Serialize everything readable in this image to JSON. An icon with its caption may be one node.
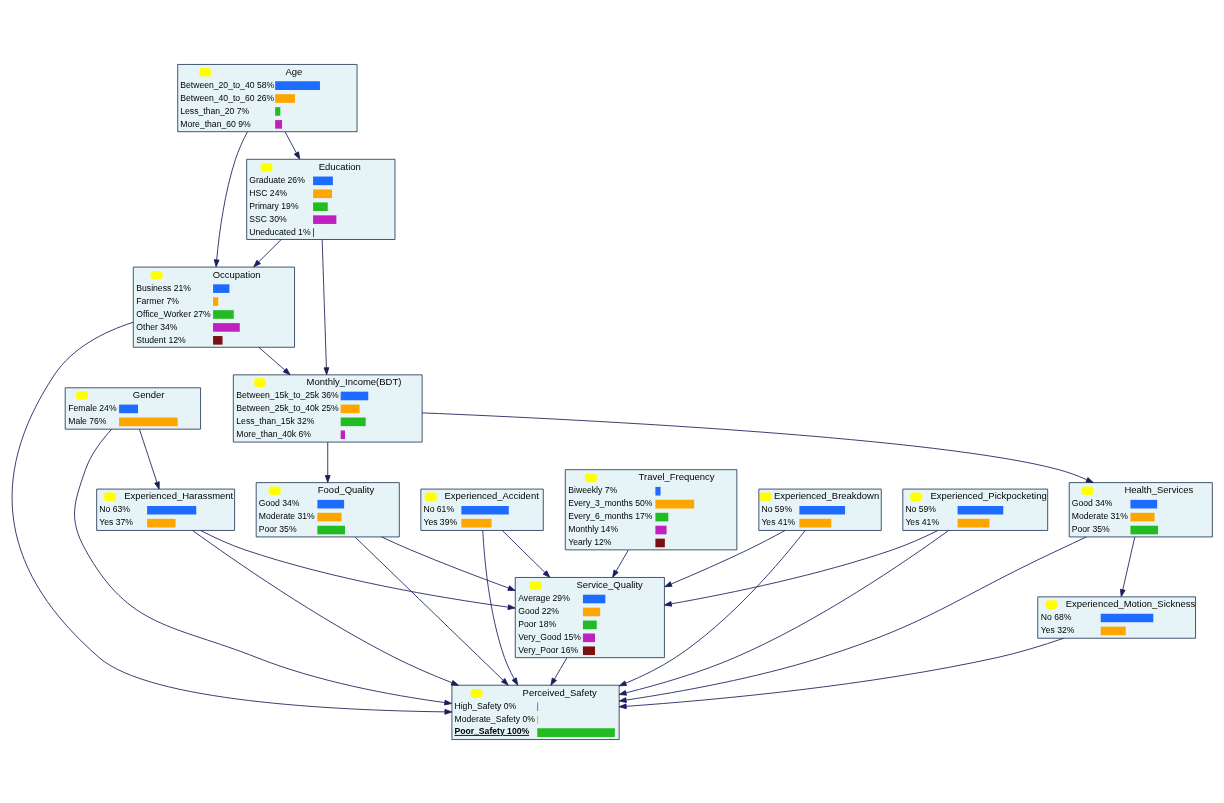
{
  "diagram": {
    "nodes": [
      {
        "text": [
          "Age",
          "Between_20_to_40 58%",
          "Between_40_to_60 26%",
          "Less_than_20 7%",
          "More_than_60 9%"
        ]
      },
      {
        "text": [
          "Gender",
          "Female 24%",
          "Male 76%"
        ]
      },
      {
        "text": [
          "Experienced_Harassment",
          "No 63%",
          "Yes 37%"
        ]
      },
      {
        "text": [
          "Education",
          "Graduate 26%",
          "HSC 24%",
          "Primary 19%",
          "SSC 30%",
          "Uneducated 1%"
        ]
      },
      {
        "text": [
          "Occupation",
          "Business 21%",
          "Farmer 7%",
          "Office_Worker 27%",
          "Other 34%",
          "Student 12%"
        ]
      },
      {
        "text": [
          "Experienced_Accident",
          "No 61%",
          "Yes 39%"
        ]
      },
      {
        "text": [
          "Monthly_Income(BDT)",
          "Between_15k_to_25k 36%",
          "Between_25k_to_40k 25%",
          "Less_than_15k 32%",
          "More_than_40k 6%"
        ]
      },
      {
        "text": [
          "Health_Services",
          "Good 34%",
          "Moderate 31%",
          "Poor 35%"
        ]
      },
      {
        "text": [
          "Perceived_Safety",
          "High_Safety 0%",
          "Moderate_Safety 0%",
          "Poor_Safety 100%"
        ]
      },
      {
        "text": [
          "Experienced_Breakdown",
          "No 59%",
          "Yes 41%"
        ]
      },
      {
        "text": [
          "Service_Quality",
          "Average 29%",
          "Good 22%",
          "Poor 18%",
          "Very_Good 15%",
          "Very_Poor 16%"
        ]
      },
      {
        "text": [
          "Experienced_Motion_Sickness",
          "No 68%",
          "Yes 32%"
        ]
      },
      {
        "text": [
          "Experienced_Pickpocketing",
          "No 59%",
          "Yes 41%"
        ]
      },
      {
        "text": [
          "Travel_Frequency",
          "Biweekly 7%",
          "Every_3_months 50%",
          "Every_6_months 17%",
          "Monthly 14%",
          "Yearly 12%"
        ]
      },
      {
        "text": [
          "Food_Quality",
          "Good 34%",
          "Moderate 31%",
          "Poor 35%"
        ]
      }
    ],
    "edges": [
      {
        "from": 0,
        "to": 3,
        "arrow": "to"
      },
      {
        "from": 0,
        "to": 4,
        "arrow": "to"
      },
      {
        "from": 3,
        "to": 4,
        "arrow": "to"
      },
      {
        "from": 3,
        "to": 6,
        "arrow": "to"
      },
      {
        "from": 4,
        "to": 6,
        "arrow": "to"
      },
      {
        "from": 4,
        "to": 8,
        "arrow": "to"
      },
      {
        "from": 1,
        "to": 2,
        "arrow": "to"
      },
      {
        "from": 1,
        "to": 8,
        "arrow": "to"
      },
      {
        "from": 2,
        "to": 8,
        "arrow": "to"
      },
      {
        "from": 2,
        "to": 10,
        "arrow": "to"
      },
      {
        "from": 5,
        "to": 8,
        "arrow": "to"
      },
      {
        "from": 5,
        "to": 10,
        "arrow": "to"
      },
      {
        "from": 9,
        "to": 8,
        "arrow": "to"
      },
      {
        "from": 9,
        "to": 10,
        "arrow": "to"
      },
      {
        "from": 10,
        "to": 8,
        "arrow": "to"
      },
      {
        "from": 6,
        "to": 7,
        "arrow": "to"
      },
      {
        "from": 7,
        "to": 8,
        "arrow": "to"
      },
      {
        "from": 7,
        "to": 11,
        "arrow": "to"
      },
      {
        "from": 11,
        "to": 8,
        "arrow": "to"
      },
      {
        "from": 12,
        "to": 8,
        "arrow": "to"
      },
      {
        "from": 12,
        "to": 10,
        "arrow": "to"
      },
      {
        "from": 13,
        "to": 10,
        "arrow": "to"
      },
      {
        "from": 6,
        "to": 14,
        "arrow": "to"
      },
      {
        "from": 14,
        "to": 8,
        "arrow": "to"
      },
      {
        "from": 14,
        "to": 10,
        "arrow": "to"
      }
    ]
  }
}
